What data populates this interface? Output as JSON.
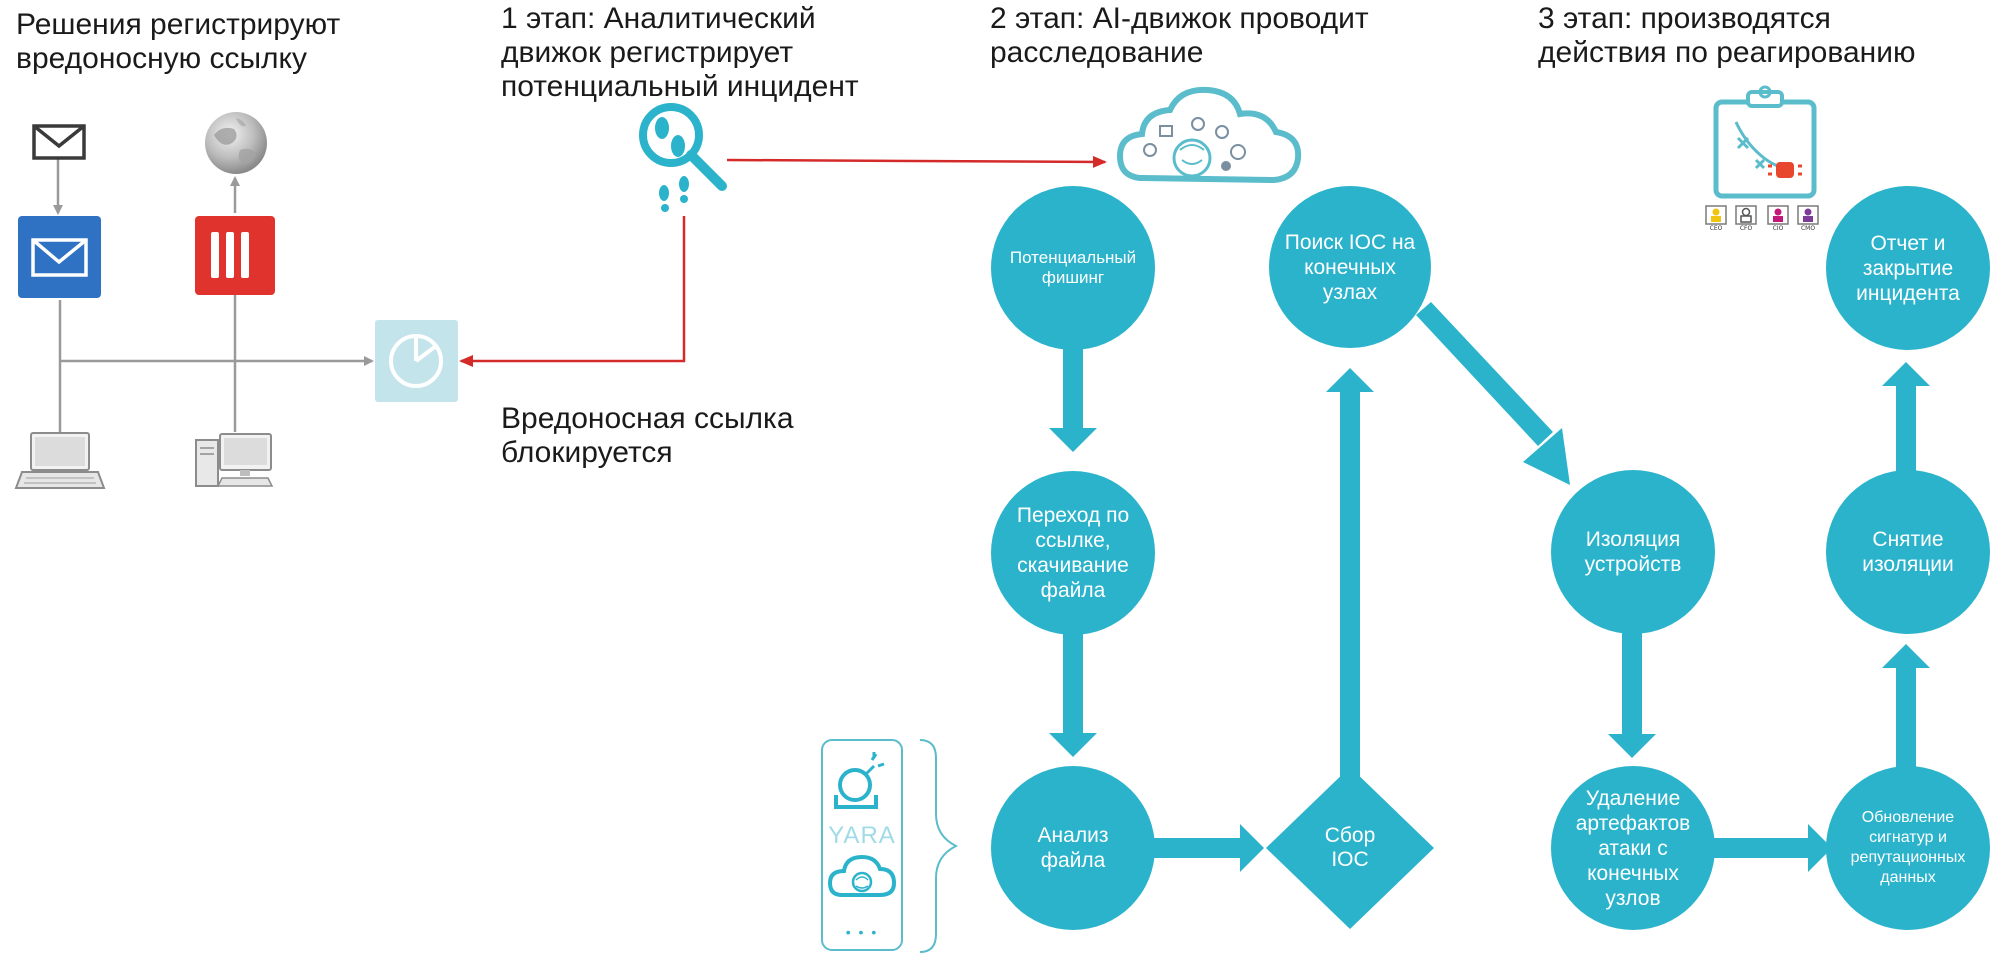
{
  "headings": {
    "solutions": "Решения регистрируют\nвредоносную ссылку",
    "stage1": "1 этап: Аналитический\nдвижок регистрирует\nпотенциальный инцидент",
    "stage2": "2 этап: AI-движок проводит\nрасследование",
    "stage3": "3 этап: производятся\nдействия по реагированию"
  },
  "blocked_note": "Вредоносная ссылка\nблокируется",
  "nodes": {
    "phishing": "Потенциальный\nфишинг",
    "follow_link": "Переход по\nссылке,\nскачивание\nфайла",
    "file_analysis": "Анализ\nфайла",
    "ioc_collect": "Сбор\nIOC",
    "ioc_search": "Поиск IOC на\nконечных\nузлах",
    "isolation": "Изоляция\nустройств",
    "artifact_removal": "Удаление\nартефактов\nатаки с\nконечных\nузлов",
    "signature_update": "Обновление\nсигнатур и\nрепутационных\nданных",
    "unisolation": "Снятие\nизоляции",
    "report": "Отчет и\nзакрытие\nинцидента"
  },
  "tools": {
    "yara_label": "YARA",
    "more": "• • •"
  },
  "roles": [
    "CEO",
    "CFO",
    "CIO",
    "CMO"
  ],
  "colors": {
    "teal": "#2bb3cc",
    "red_arrow": "#d42a2a",
    "gray_line": "#9a9a9a",
    "mail_blue": "#2f72c4",
    "firewall_red": "#e0332e",
    "light_teal": "#c4e4ec"
  }
}
